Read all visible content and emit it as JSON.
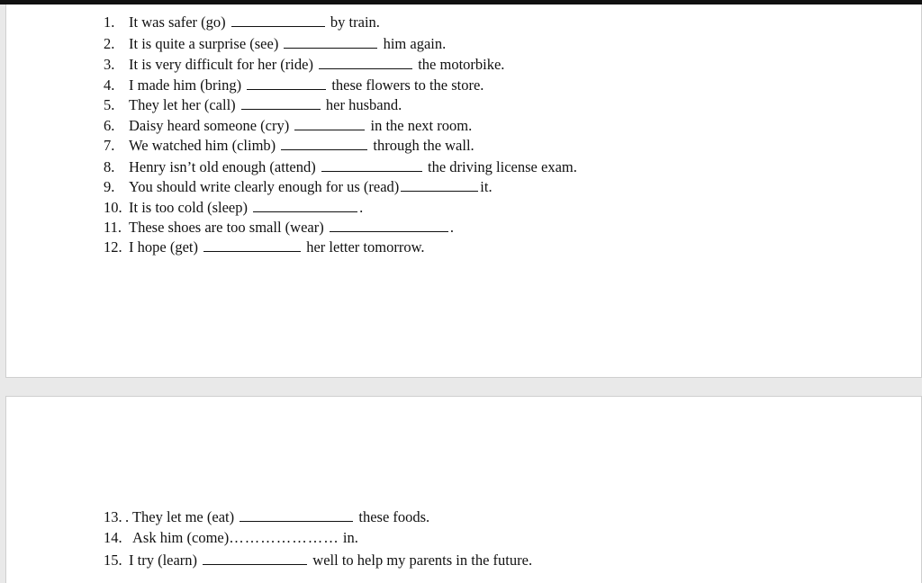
{
  "exercise": {
    "items": [
      {
        "num": "1.",
        "before": "It was safer (go)",
        "after": "by train."
      },
      {
        "num": "2.",
        "before": "It is quite a surprise (see)",
        "after": "him again."
      },
      {
        "num": "3.",
        "before": "It is very difficult for her (ride)",
        "after": "the motorbike."
      },
      {
        "num": "4.",
        "before": "I made him (bring)",
        "after": "these flowers to the store."
      },
      {
        "num": "5.",
        "before": "They let her (call)",
        "after": "her husband."
      },
      {
        "num": "6.",
        "before": "Daisy heard someone (cry)",
        "after": "in the next room."
      },
      {
        "num": "7.",
        "before": "We watched him (climb)",
        "after": "through the wall."
      },
      {
        "num": "8.",
        "before": "Henry isn’t old enough (attend)",
        "after": "the driving license exam."
      },
      {
        "num": "9.",
        "before": "You should write clearly enough for us (read)",
        "after": "it."
      },
      {
        "num": "10.",
        "before": "It is too cold (sleep)",
        "after": "."
      },
      {
        "num": "11.",
        "before": "These shoes are too small (wear)",
        "after": "."
      },
      {
        "num": "12.",
        "before": "I hope (get)",
        "after": "her letter tomorrow."
      },
      {
        "num": "13.",
        "before": ". They let me (eat)",
        "after": "these foods."
      },
      {
        "num": "14.",
        "before": "Ask him (come)",
        "filler": "…………………",
        "after": "in."
      },
      {
        "num": "15.",
        "before": "I try (learn)",
        "after": "well to help my parents in the future."
      }
    ]
  }
}
